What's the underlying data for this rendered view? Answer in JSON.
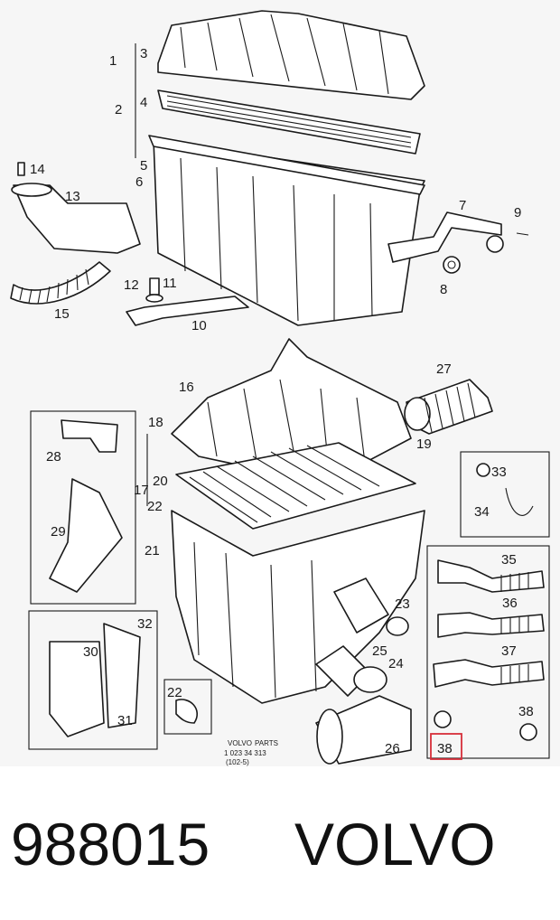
{
  "diagram": {
    "callouts": [
      "1",
      "2",
      "3",
      "4",
      "5",
      "6",
      "7",
      "8",
      "9",
      "10",
      "11",
      "12",
      "13",
      "14",
      "15",
      "16",
      "17",
      "18",
      "19",
      "20",
      "21",
      "22",
      "22",
      "23",
      "24",
      "25",
      "26",
      "27",
      "28",
      "29",
      "30",
      "31",
      "32",
      "33",
      "34",
      "35",
      "36",
      "37",
      "38",
      "38"
    ],
    "highlighted_callout": "38",
    "stamp": {
      "line1": "VOLVO",
      "line1b": "PARTS",
      "line2": "1 023 34 313",
      "line3": "(102-5)"
    },
    "colors": {
      "highlight": "#d62f3a",
      "line": "#1a1a1a"
    }
  },
  "footer": {
    "part_number": "988015",
    "brand": "VOLVO"
  }
}
